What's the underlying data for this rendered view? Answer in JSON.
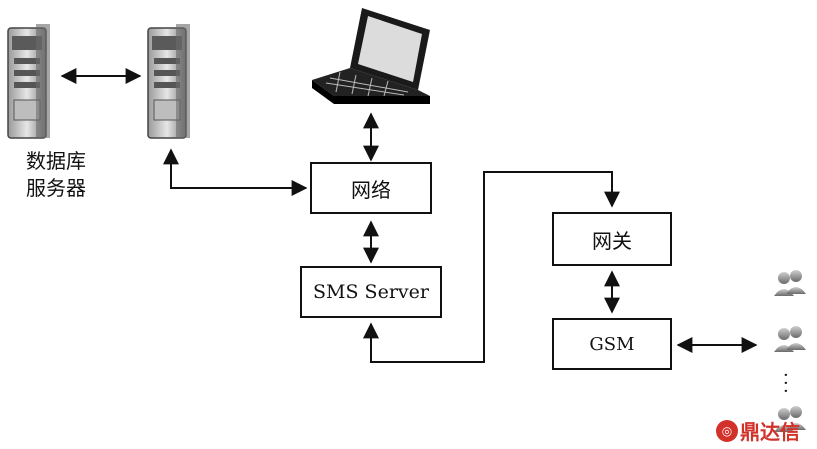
{
  "nodes": {
    "db_server_label_line1": "数据库",
    "db_server_label_line2": "服务器",
    "network": "网络",
    "sms_server": "SMS Server",
    "gateway": "网关",
    "gsm": "GSM"
  },
  "watermark": {
    "text": "鼎达信"
  },
  "colors": {
    "stroke": "#111111",
    "watermark": "#d2322a"
  },
  "icons": [
    "server-icon",
    "laptop-icon",
    "user-group-icon"
  ]
}
